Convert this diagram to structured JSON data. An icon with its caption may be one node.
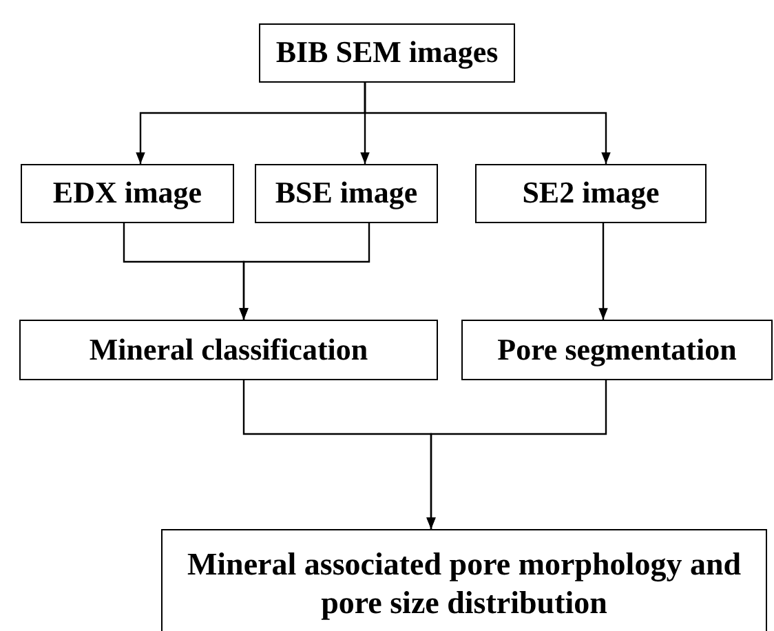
{
  "diagram": {
    "nodes": [
      {
        "text": [
          "BIB SEM images"
        ]
      },
      {
        "text": [
          "EDX image"
        ]
      },
      {
        "text": [
          "BSE image"
        ]
      },
      {
        "text": [
          "SE2 image"
        ]
      },
      {
        "text": [
          "Mineral classification"
        ]
      },
      {
        "text": [
          "Pore segmentation"
        ]
      },
      {
        "text": [
          "Mineral associated pore morphology and pore size distribution"
        ]
      }
    ],
    "edges": [
      {
        "from": 0,
        "to": 1,
        "arrow": "to"
      },
      {
        "from": 0,
        "to": 2,
        "arrow": "to"
      },
      {
        "from": 0,
        "to": 3,
        "arrow": "to"
      },
      {
        "from": 1,
        "to": 4,
        "arrow": "to"
      },
      {
        "from": 2,
        "to": 4,
        "arrow": "to"
      },
      {
        "from": 3,
        "to": 5,
        "arrow": "to"
      },
      {
        "from": 4,
        "to": 6,
        "arrow": "to"
      },
      {
        "from": 5,
        "to": 6,
        "arrow": "to"
      }
    ]
  }
}
